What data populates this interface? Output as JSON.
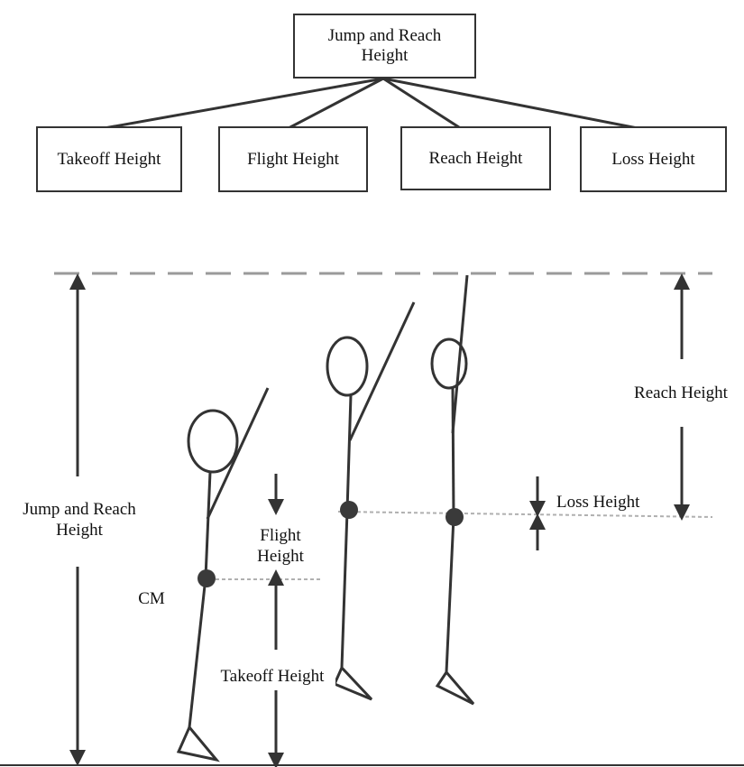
{
  "hierarchy": {
    "root": "Jump and Reach Height",
    "children": [
      "Takeoff Height",
      "Flight Height",
      "Reach Height",
      "Loss Height"
    ]
  },
  "labels": {
    "jump_and_reach": "Jump and Reach Height",
    "reach": "Reach Height",
    "loss": "Loss Height",
    "flight": "Flight Height",
    "cm": "CM",
    "takeoff": "Takeoff Height"
  },
  "figures": [
    "takeoff-pose",
    "peak-flight-pose",
    "reach-pose"
  ],
  "colors": {
    "line": "#333333",
    "dashed": "#9a9a9a",
    "cm_marker": "#3a3a3a"
  }
}
